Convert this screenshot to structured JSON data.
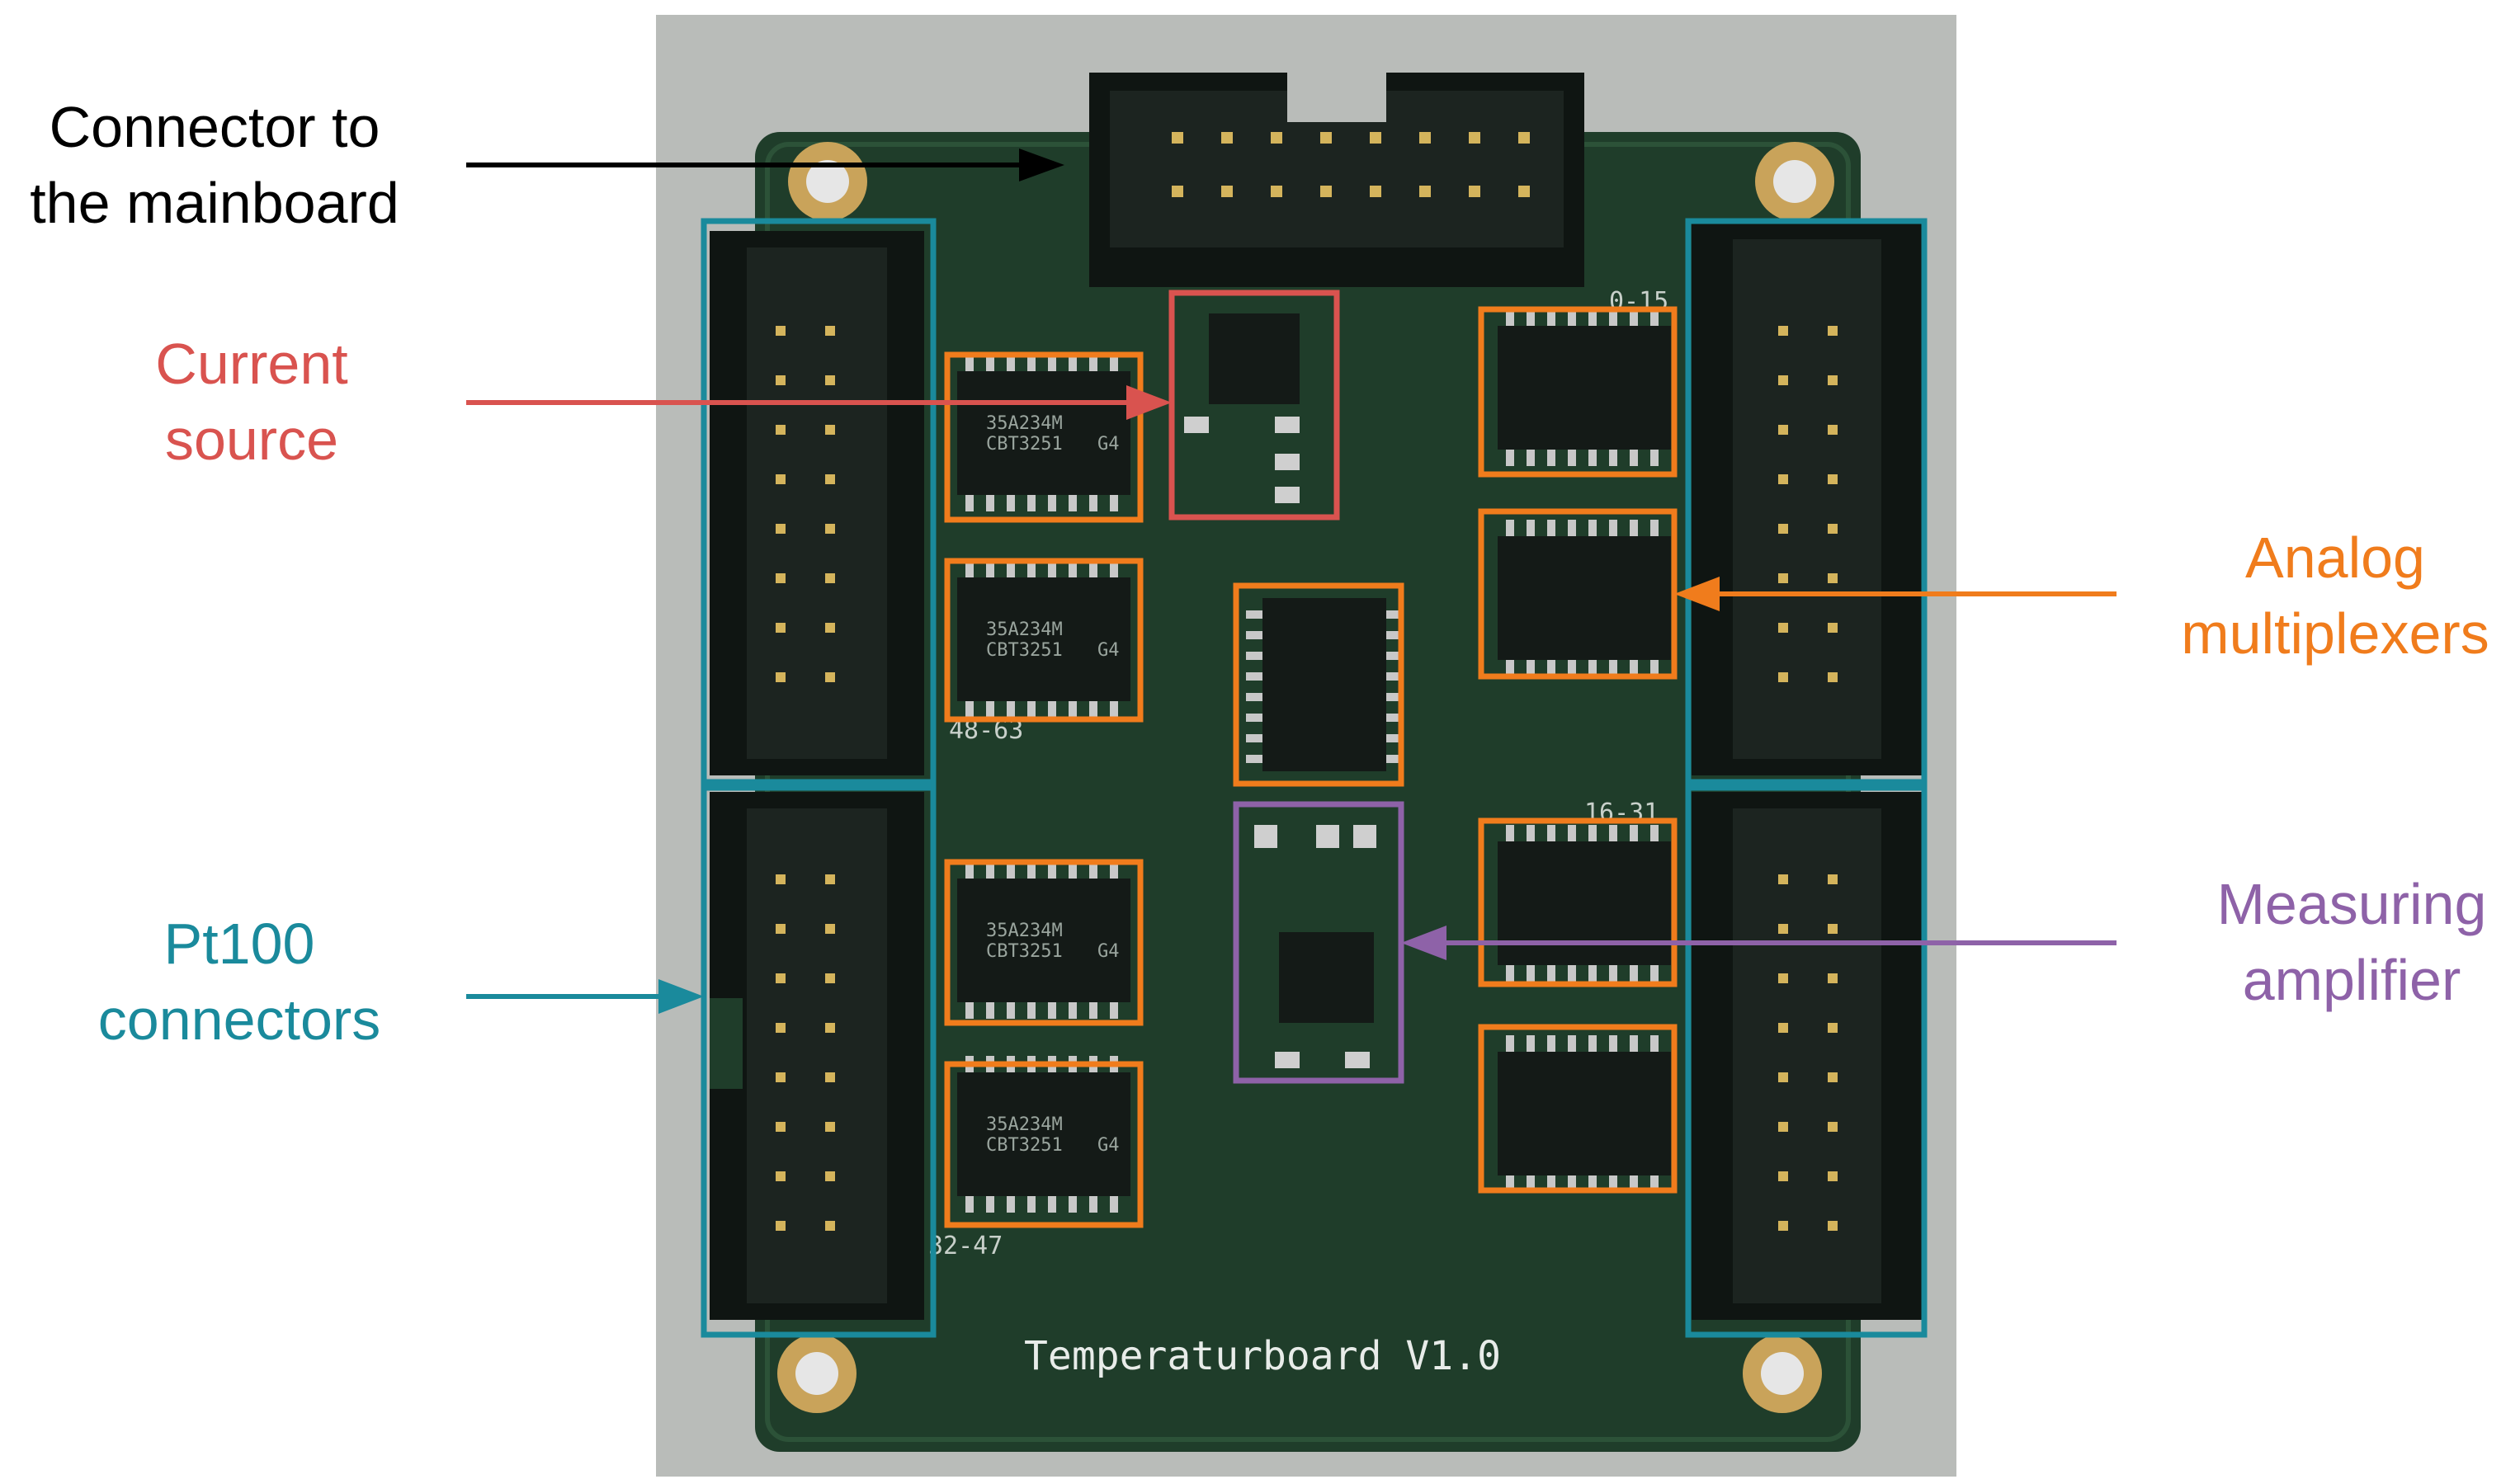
{
  "labels": {
    "connector": {
      "line1": "Connector to",
      "line2": "the mainboard",
      "color": "#000000"
    },
    "current_source": {
      "line1": "Current",
      "line2": "source",
      "color": "#d9534f"
    },
    "pt100": {
      "line1": "Pt100",
      "line2": "connectors",
      "color": "#1a8a9c"
    },
    "analog_mux": {
      "line1": "Analog",
      "line2": "multiplexers",
      "color": "#f07c1c"
    },
    "measuring_amp": {
      "line1": "Measuring",
      "line2": "amplifier",
      "color": "#8e62a8"
    }
  },
  "board": {
    "silkscreen_title": "Temperaturboard V1.0",
    "range_labels": [
      "0-15",
      "16-31",
      "48-63",
      "32-47"
    ],
    "chip_marking_line1": "35A234M",
    "chip_marking_line2": "CBT3251",
    "chip_marking_suffix": "G4"
  },
  "colors": {
    "pcb": "#1f3d2a",
    "pcb_dark": "#163022",
    "background_photo": "#b9bcb9",
    "teal": "#1a8a9c",
    "orange": "#f07c1c",
    "red": "#d9534f",
    "purple": "#8e62a8"
  }
}
